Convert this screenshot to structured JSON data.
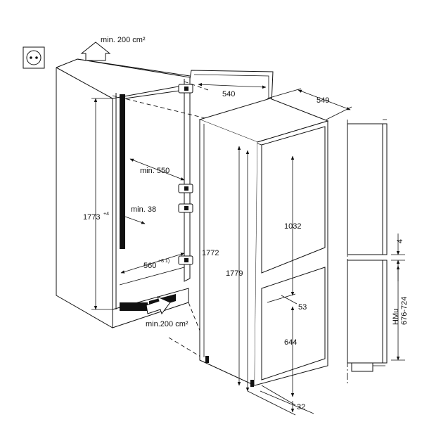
{
  "labels": {
    "vent_top": "min. 200 cm²",
    "vent_bottom": "min.200 cm²",
    "depth_540": "540",
    "depth_549": "549",
    "min_550": "min. 550",
    "min_38": "min. 38",
    "niche_height": "1773",
    "niche_height_sup": "+4",
    "niche_width": "560",
    "niche_width_sup": "+8 1)",
    "height_1772": "1772",
    "height_1779": "1779",
    "door_1032": "1032",
    "door_53": "53",
    "door_644": "644",
    "door_32": "32",
    "gap_4": "4",
    "hmu_label": "HMu",
    "hmu_range": "676-724"
  },
  "icons": {
    "socket": "power-socket-icon",
    "arrow_up": "airflow-up-arrow-icon",
    "arrow_in": "airflow-in-arrow-icon"
  }
}
